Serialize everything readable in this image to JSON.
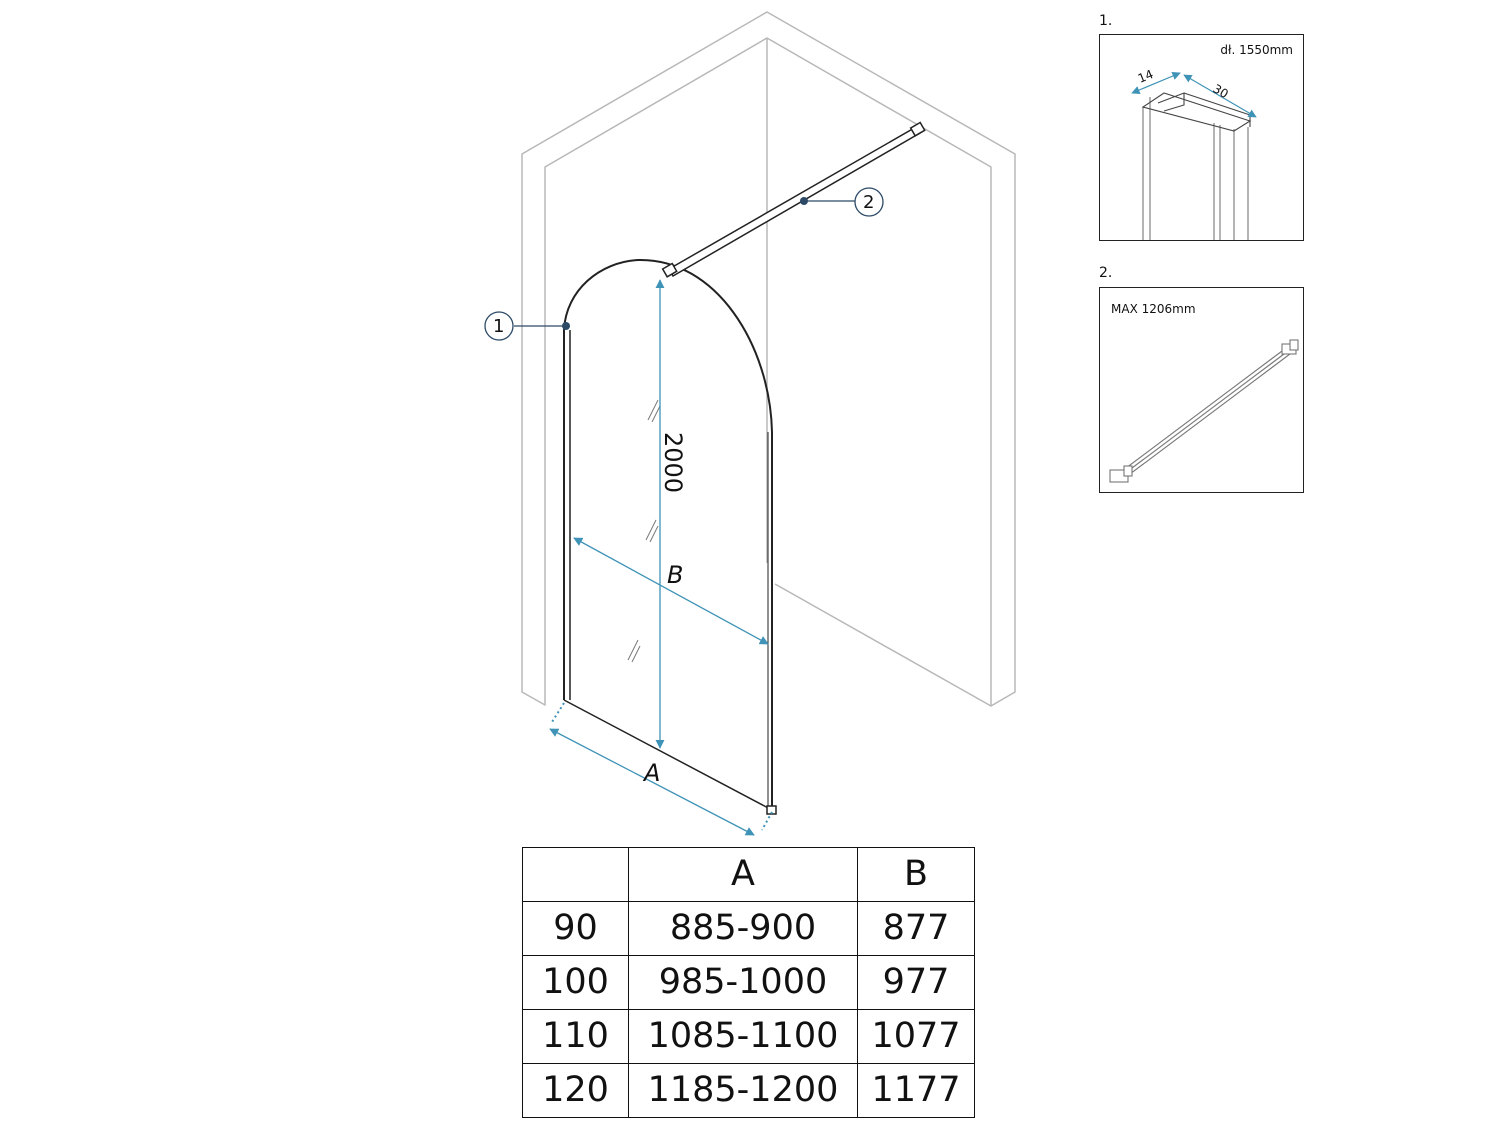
{
  "drawing": {
    "callouts": [
      {
        "number": "1"
      },
      {
        "number": "2"
      }
    ],
    "height_label": "2000",
    "width_label_a": "A",
    "width_label_b": "B"
  },
  "insets": [
    {
      "label": "1.",
      "note": "dł. 1550mm",
      "dim_a": "14",
      "dim_b": "30"
    },
    {
      "label": "2.",
      "note": "MAX 1206mm"
    }
  ],
  "table": {
    "headers": [
      "",
      "A",
      "B"
    ],
    "rows": [
      [
        "90",
        "885-900",
        "877"
      ],
      [
        "100",
        "985-1000",
        "977"
      ],
      [
        "110",
        "1085-1100",
        "1077"
      ],
      [
        "120",
        "1185-1200",
        "1177"
      ]
    ]
  },
  "colors": {
    "line": "#222222",
    "wall": "#b8b8b8",
    "dimension": "#3f93b6",
    "marker": "#2c4a66"
  }
}
